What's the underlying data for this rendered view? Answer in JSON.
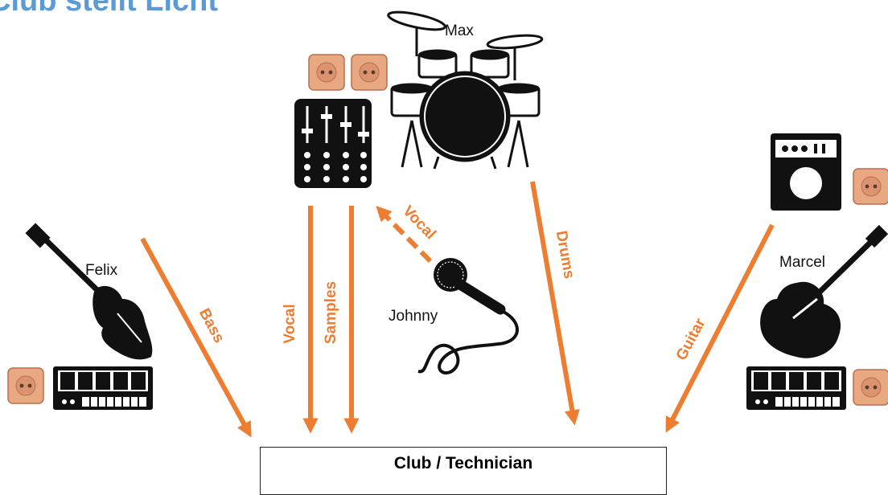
{
  "title": "Club stellt Licht",
  "people": {
    "drummer": "Max",
    "bassist": "Felix",
    "singer": "Johnny",
    "guitarist": "Marcel"
  },
  "target": {
    "label": "Club / Technician"
  },
  "flows": {
    "bass": "Bass",
    "vocal_out": "Vocal",
    "samples": "Samples",
    "vocal_in": "Vocal",
    "drums": "Drums",
    "guitar": "Guitar"
  },
  "colors": {
    "accent": "#ed7d31",
    "title": "#5b9bd5",
    "outlet": "#e8a882"
  },
  "icons": [
    "outlet-icon",
    "mixer-icon",
    "drum-kit-icon",
    "bass-guitar-icon",
    "keyboard-icon",
    "microphone-icon",
    "amplifier-icon",
    "electric-guitar-icon"
  ]
}
